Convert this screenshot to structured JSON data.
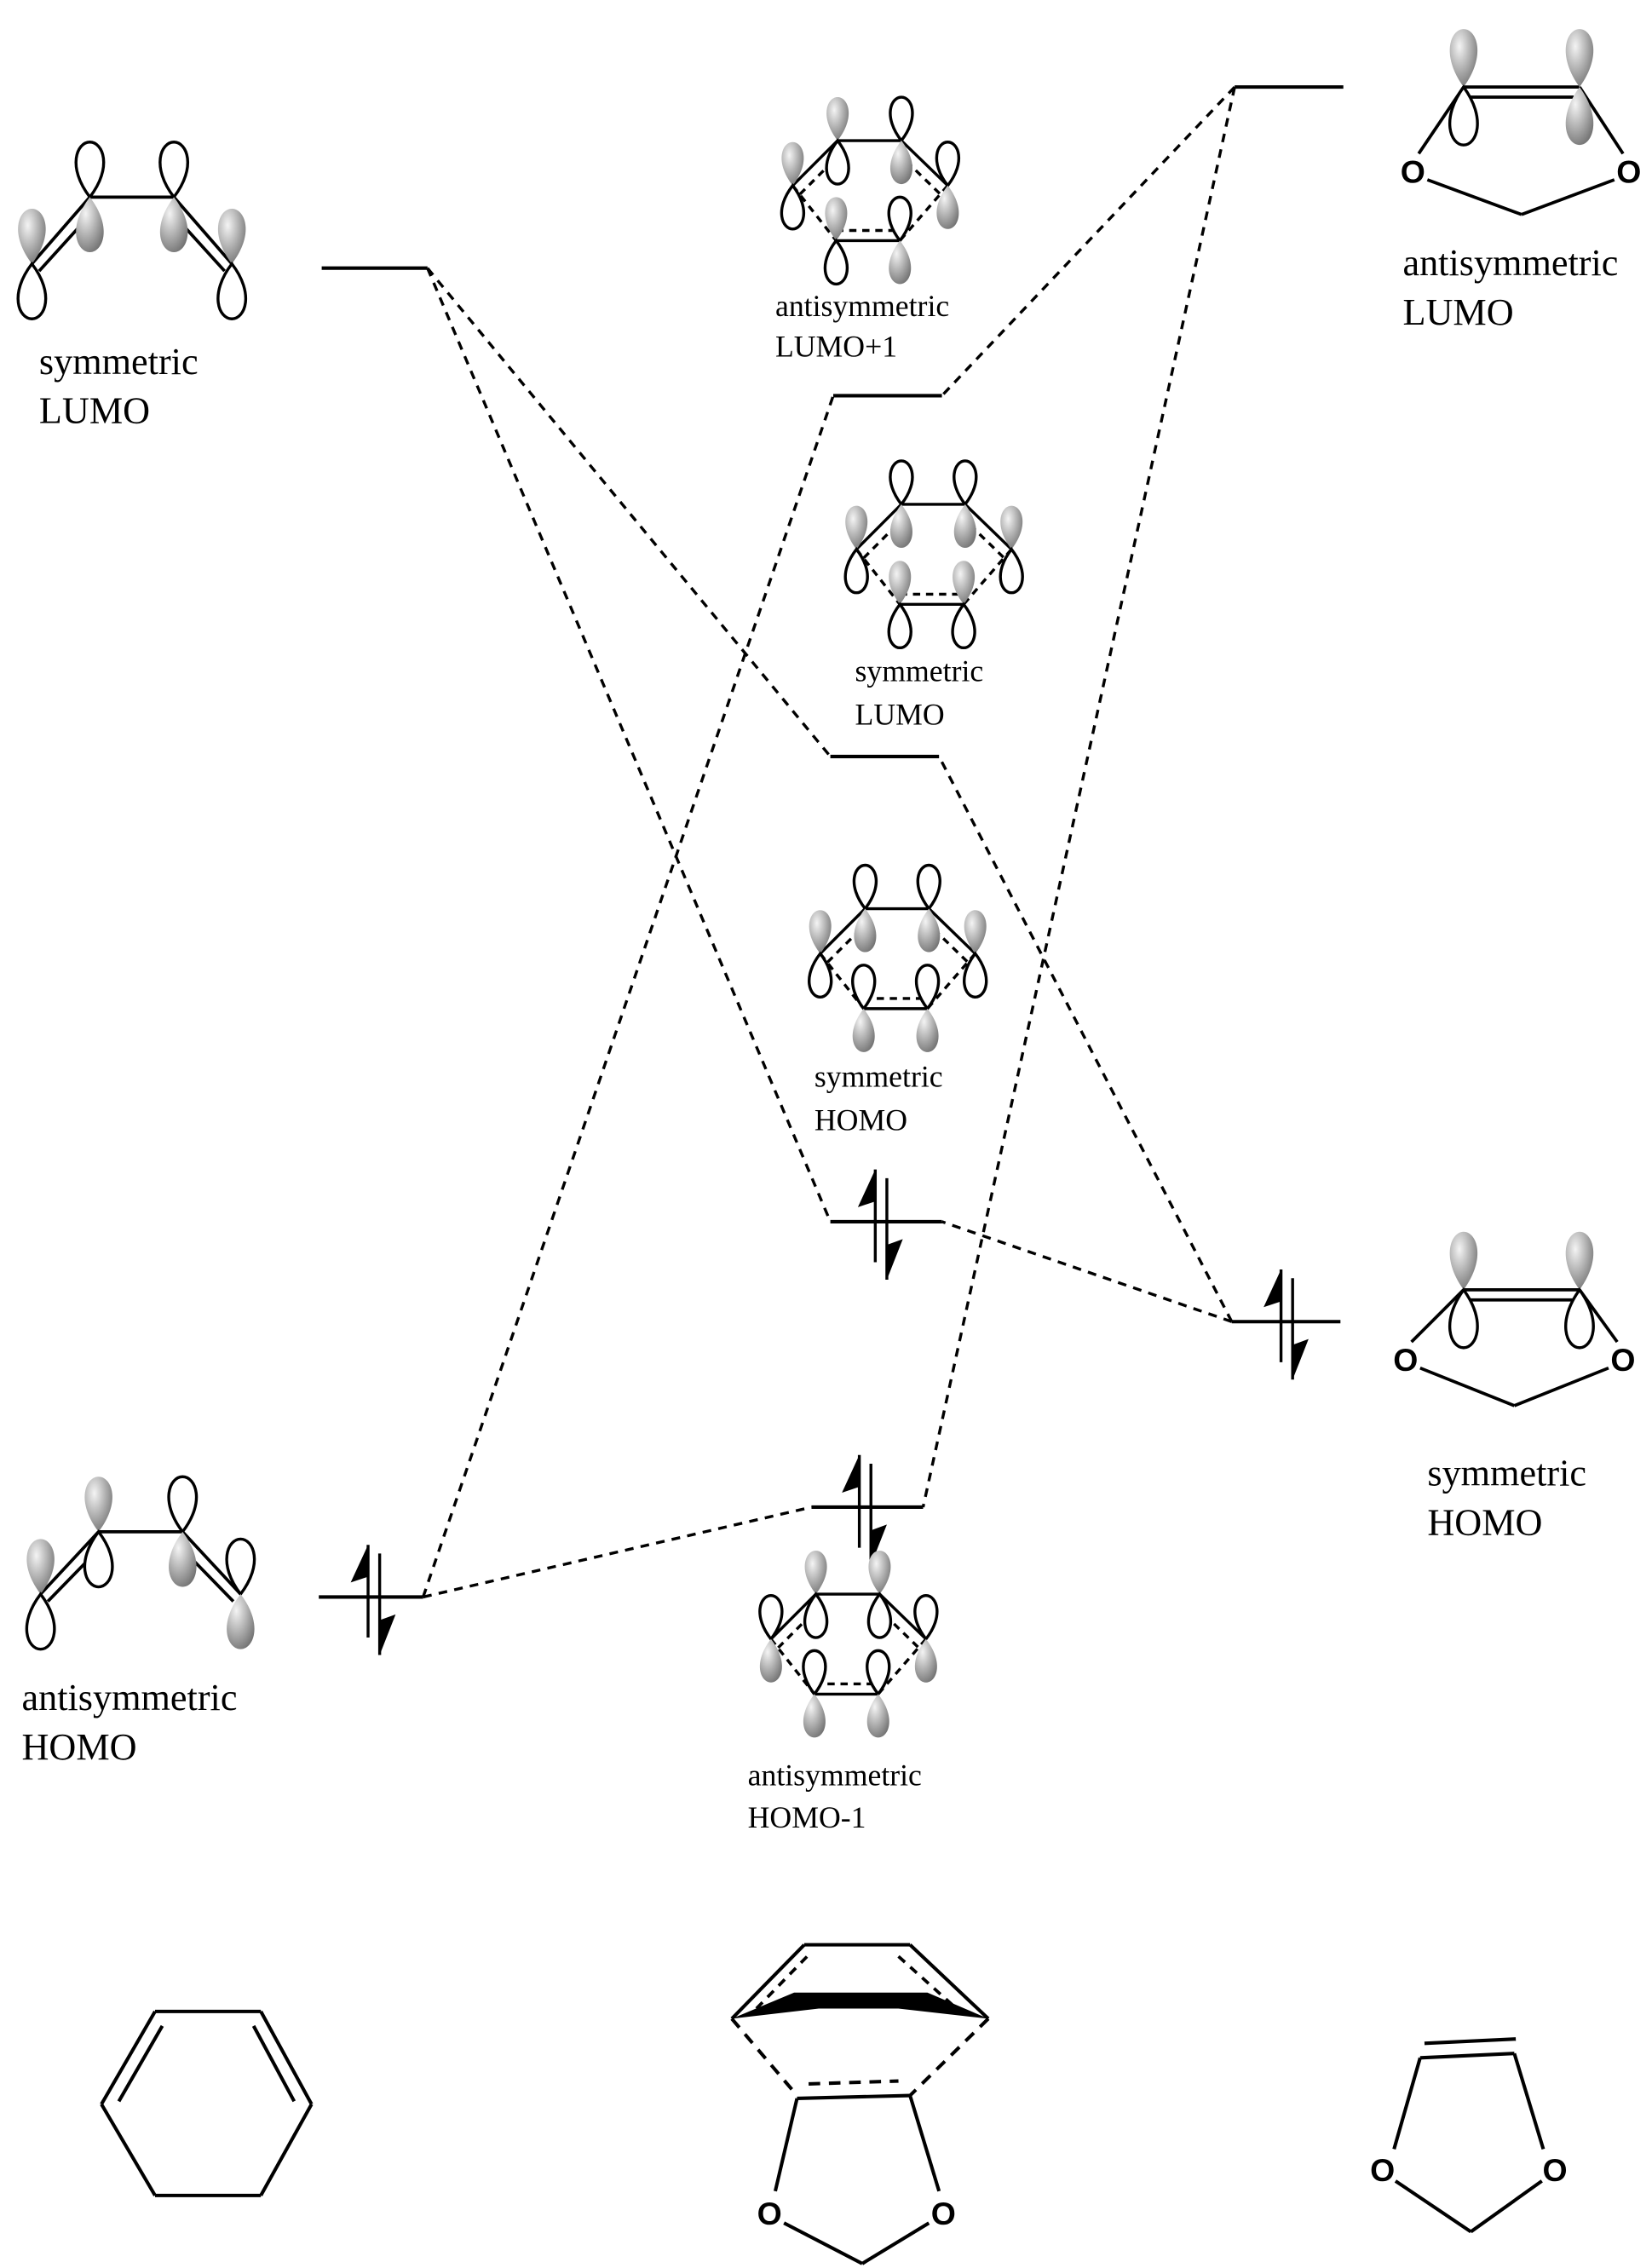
{
  "title": "Frontier molecular orbital correlation diagram",
  "colors": {
    "line": "#000000",
    "lobe_shade_light": "#f4f4f4",
    "lobe_shade_dark": "#6e6e6e",
    "background": "#ffffff"
  },
  "left": {
    "lumo": {
      "line1": "symmetric",
      "line2": "LUMO"
    },
    "homo": {
      "line1": "antisymmetric",
      "line2": "HOMO"
    }
  },
  "center": {
    "lumo_plus_1": {
      "line1": "antisymmetric",
      "line2": "LUMO+1"
    },
    "lumo": {
      "line1": "symmetric",
      "line2": "LUMO"
    },
    "homo": {
      "line1": "symmetric",
      "line2": "HOMO"
    },
    "homo_minus_1": {
      "line1": "antisymmetric",
      "line2": "HOMO-1"
    }
  },
  "right": {
    "lumo": {
      "line1": "antisymmetric",
      "line2": "LUMO"
    },
    "homo": {
      "line1": "symmetric",
      "line2": "HOMO"
    }
  },
  "atom_label": "O"
}
